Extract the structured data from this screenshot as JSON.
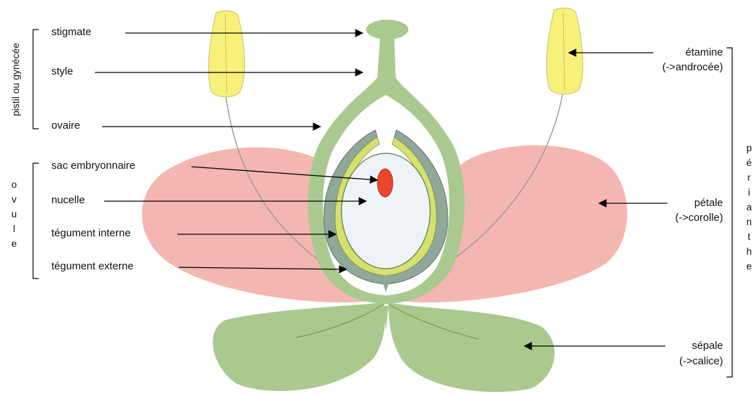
{
  "left_groups": {
    "pistil": "pistil ou gynécée",
    "ovule": "ovule"
  },
  "right_group": {
    "perianthe": "périanthe"
  },
  "labels": {
    "stigmate": "stigmate",
    "style": "style",
    "ovaire": "ovaire",
    "sac_embryonnaire": "sac embryonnaire",
    "nucelle": "nucelle",
    "tegument_interne": "tégument interne",
    "tegument_externe": "tégument externe",
    "etamine": "étamine",
    "androcee": "(->androcée)",
    "petale": "pétale",
    "corolle": "(->corolle)",
    "sepale": "sépale",
    "calice": "(->calice)"
  },
  "colors": {
    "petal": "#f4b6b0",
    "sepal": "#a9c98f",
    "pistil": "#a9c98f",
    "nucelle": "#eef3f8",
    "sac": "#e8472a",
    "anther": "#f7f07a",
    "integument_outer": "#8fa89a",
    "integument_inner": "#d6e070"
  }
}
